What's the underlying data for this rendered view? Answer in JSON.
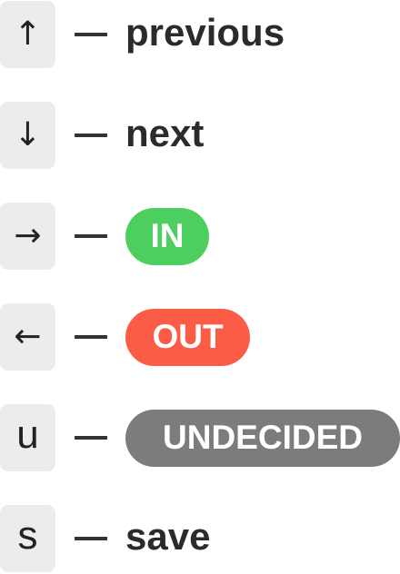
{
  "shortcuts": [
    {
      "key": "↑",
      "key_icon": "arrow-up-icon",
      "action": "previous"
    },
    {
      "key": "↓",
      "key_icon": "arrow-down-icon",
      "action": "next"
    },
    {
      "key": "→",
      "key_icon": "arrow-right-icon",
      "action": "IN",
      "badge_color": "#4ccf5e"
    },
    {
      "key": "←",
      "key_icon": "arrow-left-icon",
      "action": "OUT",
      "badge_color": "#fb5c46"
    },
    {
      "key": "u",
      "action": "UNDECIDED",
      "badge_color": "#7c7c7c"
    },
    {
      "key": "s",
      "action": "save"
    }
  ],
  "colors": {
    "key_background": "#ececec",
    "text": "#2b2b2b"
  }
}
